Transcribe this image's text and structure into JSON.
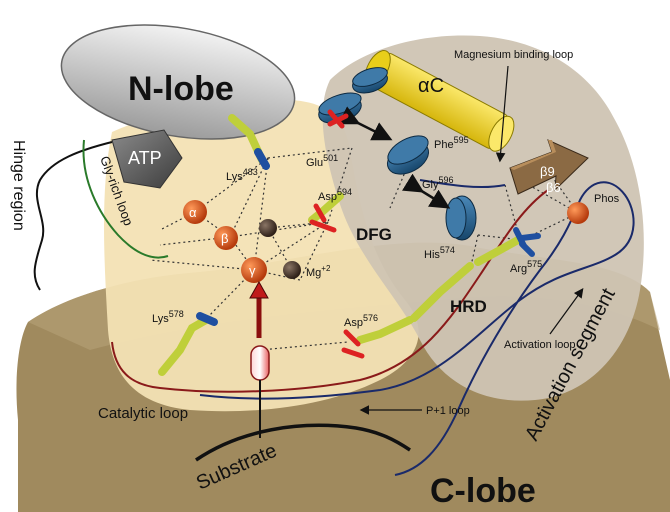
{
  "labels": {
    "n_lobe": "N-lobe",
    "c_lobe": "C-lobe",
    "hinge_region": "Hinge region",
    "atp": "ATP",
    "gly_rich_loop": "Gly-rich loop",
    "alpha_c": "αC",
    "magnesium_binding_loop": "Magnesium binding loop",
    "beta9": "β9",
    "beta6": "β6",
    "phos": "Phos",
    "dfg": "DFG",
    "hrd": "HRD",
    "activation_loop": "Activation loop",
    "activation_segment": "Activation segment",
    "catalytic_loop": "Catalytic loop",
    "p1_loop": "P+1 loop",
    "substrate": "Substrate",
    "alpha": "α",
    "beta": "β",
    "gamma": "γ",
    "mg_base": "Mg",
    "mg_sup": "+2"
  },
  "residues": {
    "lys483": {
      "name": "Lys",
      "num": "483"
    },
    "glu501": {
      "name": "Glu",
      "num": "501"
    },
    "phe595": {
      "name": "Phe",
      "num": "595"
    },
    "gly596": {
      "name": "Gly",
      "num": "596"
    },
    "asp594": {
      "name": "Asp",
      "num": "594"
    },
    "his574": {
      "name": "His",
      "num": "574"
    },
    "arg575": {
      "name": "Arg",
      "num": "575"
    },
    "lys578": {
      "name": "Lys",
      "num": "578"
    },
    "asp576": {
      "name": "Asp",
      "num": "576"
    }
  },
  "colors": {
    "c_lobe": "#a08a5e",
    "n_region": "#f3e2b4",
    "activation_region": "#cfc4b3",
    "alpha_c_helix": "#f1d21b",
    "residue_stick": "#bfcf3a",
    "phosphate": "#d4531d",
    "water": "#4a3a2e",
    "cylinder": "#1f5c8a",
    "catalytic_loop": "#8a1a1a",
    "activation_loop": "#1a2a6a",
    "gly_loop": "#2a7a2a",
    "atp": "#555555"
  }
}
